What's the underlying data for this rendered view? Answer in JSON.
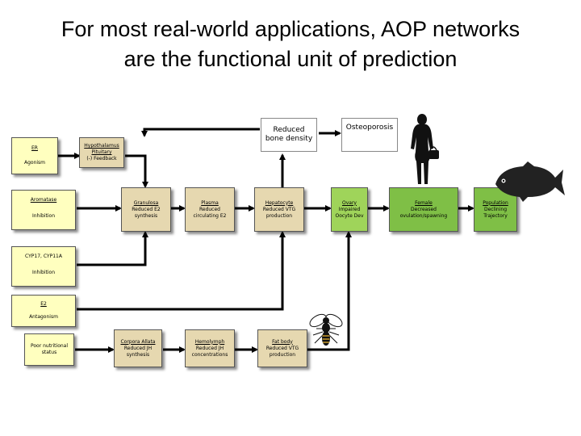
{
  "title": {
    "line1": "For most real-world applications, AOP networks",
    "line2": "are the functional unit of prediction"
  },
  "top_outcomes": {
    "bone": "Reduced bone density",
    "osteo": "Osteoporosis"
  },
  "left_column": {
    "er_head": "ER",
    "er_body": "Agonism",
    "aromatase_head": "Aromatase",
    "aromatase_body": "Inhibition",
    "cyp_head": "CYP17, CYP11A",
    "cyp_body": "Inhibition",
    "e2_head": "E2",
    "e2_body": "Antagonism",
    "poor_body": "Poor nutritional status"
  },
  "hpg": {
    "head": "Hypothalamus Pituitary",
    "body": "(-) Feedback"
  },
  "row1": {
    "gonad_head": "Granulosa",
    "gonad_body": "Reduced E2 synthesis",
    "plasma_head": "Plasma",
    "plasma_body": "Reduced circulating E2",
    "liver_head": "Hepatocyte",
    "liver_body": "Reduced VTG production",
    "ovary_head": "Ovary",
    "ovary_body": "Impaired Oocyte Dev",
    "female_head": "Female",
    "female_body": "Decreased ovulation/spawning",
    "pop_head": "Population",
    "pop_body": "Declining Trajectory"
  },
  "row2": {
    "ca_head": "Corpora Allata",
    "ca_body": "Reduced JH synthesis",
    "hemo_head": "Hemolymph",
    "hemo_body": "Reduced JH concentrations",
    "fat_head": "Fat body",
    "fat_body": "Reduced VTG production"
  },
  "icons": [
    "woman-silhouette-icon",
    "fish-silhouette-icon",
    "honeybee-icon"
  ],
  "colors": {
    "yellow": "#ffffbf",
    "tan": "#e6d8b0",
    "green": "#9fd45a",
    "dark_green": "#7fbf46"
  }
}
